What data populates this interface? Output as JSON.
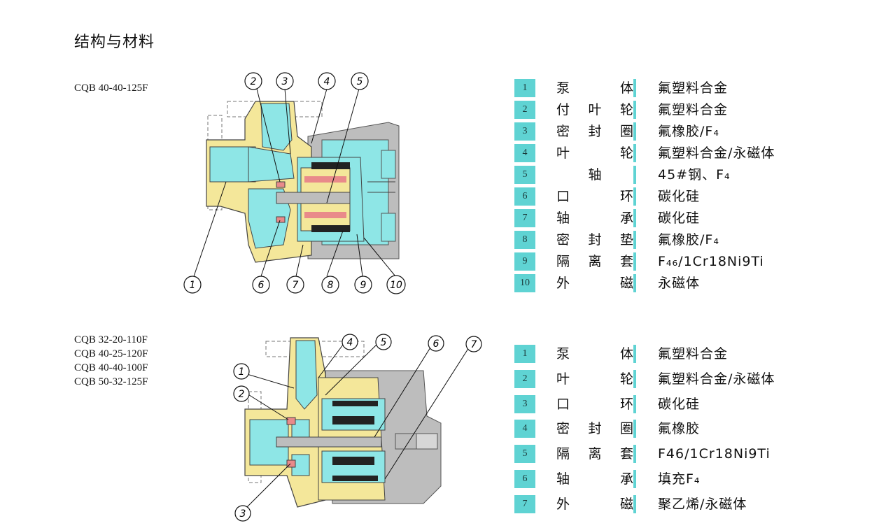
{
  "title": "结构与材料",
  "section1": {
    "models": [
      "CQB 40-40-125F"
    ],
    "callouts": [
      "1",
      "2",
      "3",
      "4",
      "5",
      "6",
      "7",
      "8",
      "9",
      "10"
    ],
    "parts": [
      {
        "num": "1",
        "name": [
          "泵",
          "体"
        ],
        "material": "氟塑料合金"
      },
      {
        "num": "2",
        "name": [
          "付",
          "叶",
          "轮"
        ],
        "material": "氟塑料合金"
      },
      {
        "num": "3",
        "name": [
          "密",
          "封",
          "圈"
        ],
        "material": "氟橡胶/F₄"
      },
      {
        "num": "4",
        "name": [
          "叶",
          "轮"
        ],
        "material": "氟塑料合金/永磁体"
      },
      {
        "num": "5",
        "name": [
          "轴"
        ],
        "material": "45#钢、F₄"
      },
      {
        "num": "6",
        "name": [
          "口",
          "环"
        ],
        "material": "碳化硅"
      },
      {
        "num": "7",
        "name": [
          "轴",
          "承"
        ],
        "material": "碳化硅"
      },
      {
        "num": "8",
        "name": [
          "密",
          "封",
          "垫"
        ],
        "material": "氟橡胶/F₄"
      },
      {
        "num": "9",
        "name": [
          "隔",
          "离",
          "套"
        ],
        "material": "F₄₆/1Cr18Ni9Ti"
      },
      {
        "num": "10",
        "name": [
          "外",
          "磁"
        ],
        "material": "永磁体"
      }
    ]
  },
  "section2": {
    "models": [
      "CQB 32-20-110F",
      "CQB 40-25-120F",
      "CQB 40-40-100F",
      "CQB 50-32-125F"
    ],
    "callouts": [
      "1",
      "2",
      "3",
      "4",
      "5",
      "6",
      "7"
    ],
    "parts": [
      {
        "num": "1",
        "name": [
          "泵",
          "体"
        ],
        "material": "氟塑料合金"
      },
      {
        "num": "2",
        "name": [
          "叶",
          "轮"
        ],
        "material": "氟塑料合金/永磁体"
      },
      {
        "num": "3",
        "name": [
          "口",
          "环"
        ],
        "material": "碳化硅"
      },
      {
        "num": "4",
        "name": [
          "密",
          "封",
          "圈"
        ],
        "material": "氟橡胶"
      },
      {
        "num": "5",
        "name": [
          "隔",
          "离",
          "套"
        ],
        "material": "F46/1Cr18Ni9Ti"
      },
      {
        "num": "6",
        "name": [
          "轴",
          "承"
        ],
        "material": "填充F₄"
      },
      {
        "num": "7",
        "name": [
          "外",
          "磁"
        ],
        "material": "聚乙烯/永磁体"
      }
    ]
  },
  "colors": {
    "accent": "#5fd3d3",
    "body": "#f4e79a",
    "fluid": "#8ee6e6",
    "magnet": "#222222",
    "seal": "#e98a8a",
    "housing": "#bdbdbd"
  }
}
